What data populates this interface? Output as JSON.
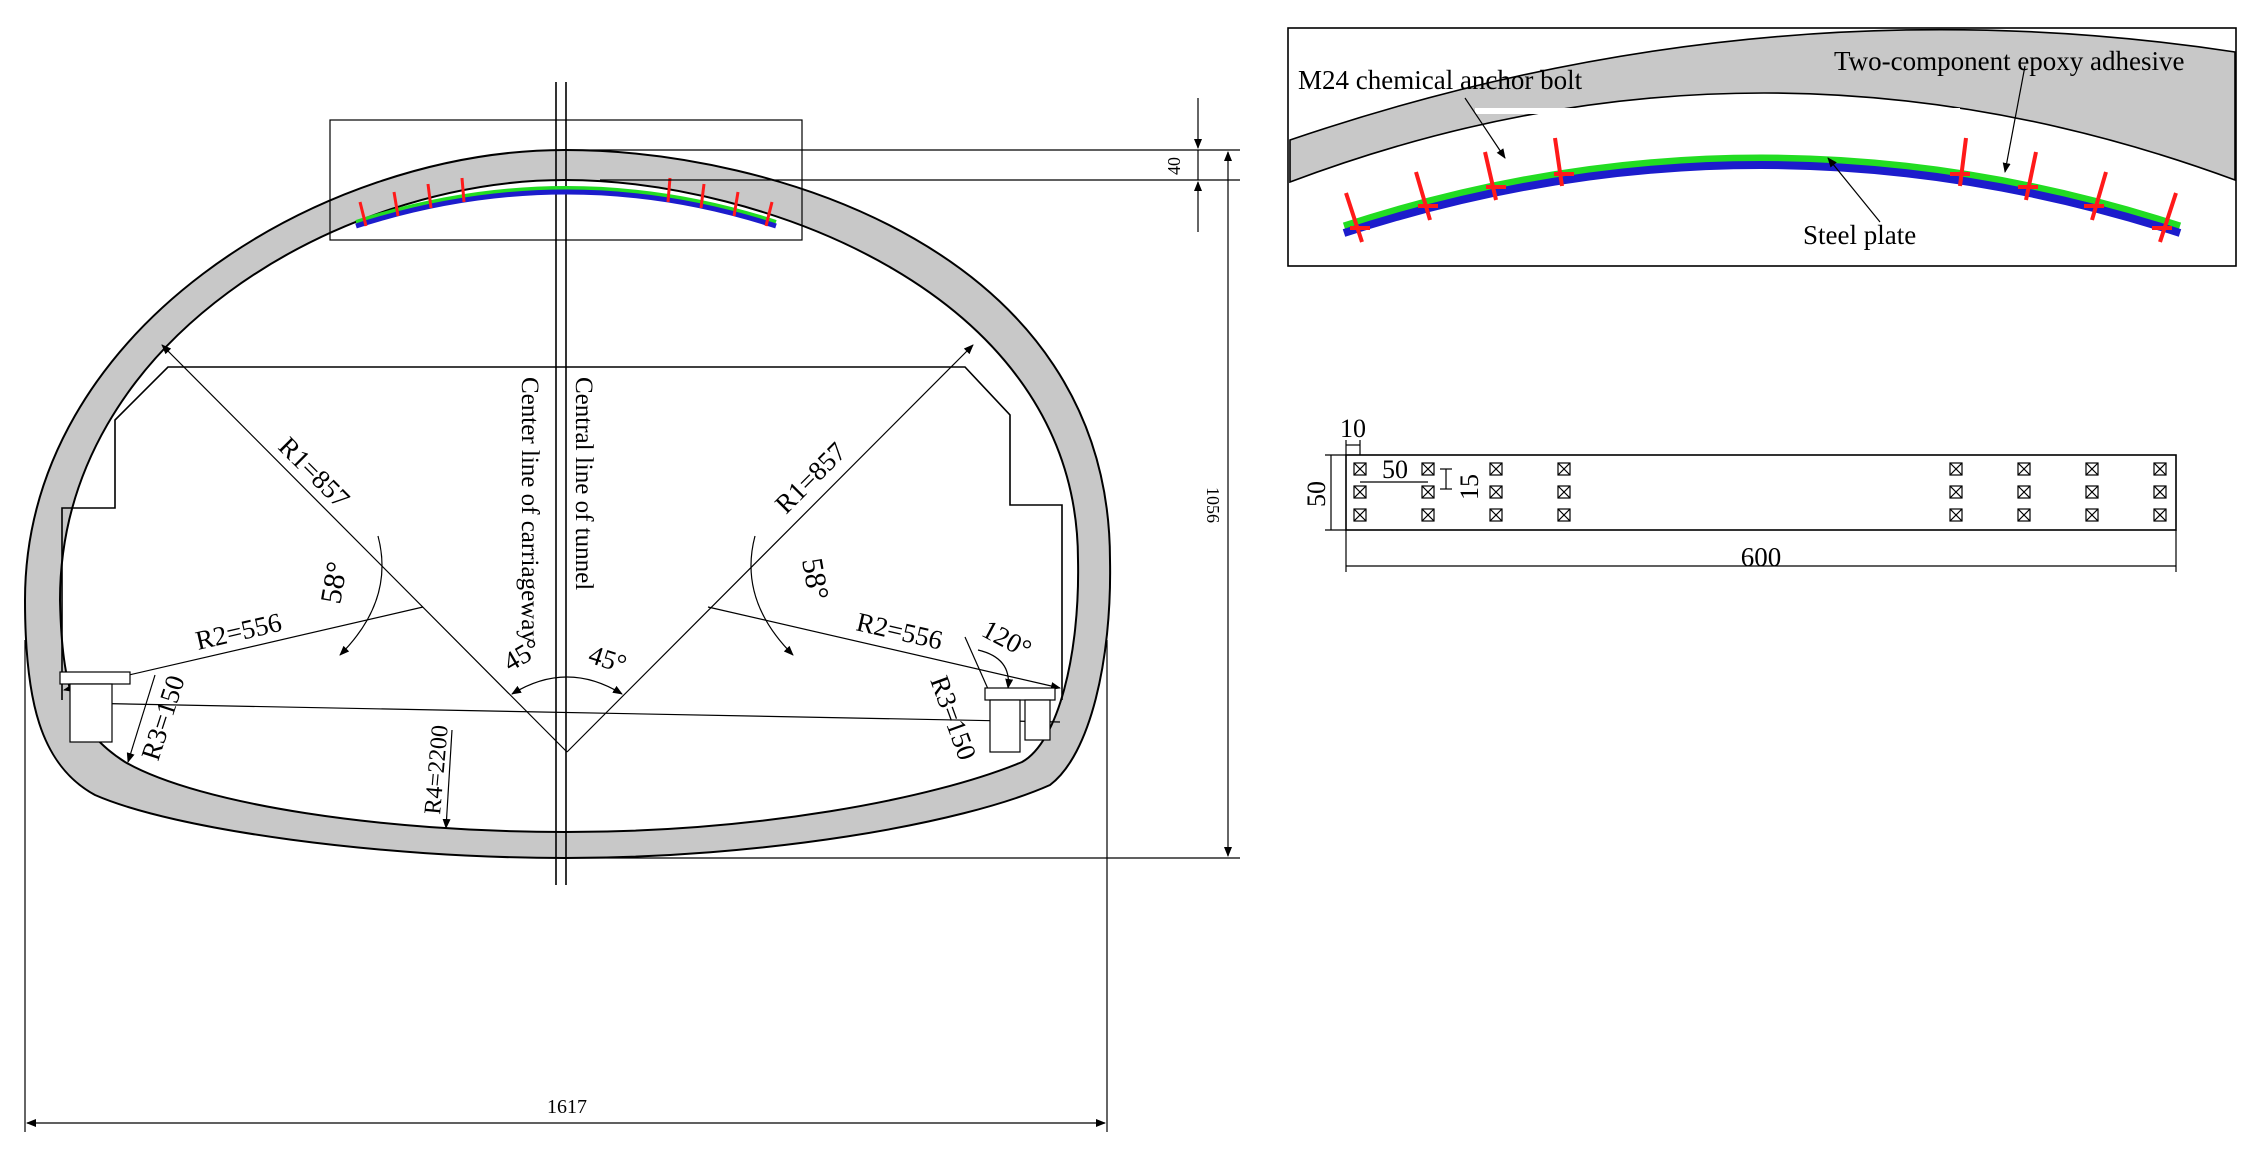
{
  "colors": {
    "lining_fill": "#c8c8c8",
    "adhesive": "#22dd22",
    "steel_plate": "#1c1ccc",
    "anchor_bolt": "#ff1a1a",
    "line": "#000000",
    "background": "#ffffff"
  },
  "section": {
    "r1_left": "R1=857",
    "r1_right": "R1=857",
    "r2_left": "R2=556",
    "r2_right": "R2=556",
    "r3_left": "R3=150",
    "r3_right": "R3=150",
    "r4": "R4=2200",
    "angle_58_left": "58°",
    "angle_58_right": "58°",
    "angle_45_left": "45°",
    "angle_45_right": "45°",
    "angle_120": "120°",
    "center_line_carriageway": "Center line of carriageway",
    "central_line_tunnel": "Central line of tunnel",
    "dim_width": "1617",
    "dim_height": "1056",
    "dim_thickness": "40"
  },
  "detail": {
    "anchor_label": "M24 chemical anchor bolt",
    "adhesive_label": "Two-component epoxy adhesive",
    "plate_label": "Steel plate"
  },
  "plate_layout": {
    "dim_10": "10",
    "dim_50_horizontal": "50",
    "dim_15": "15",
    "dim_50_vertical": "50",
    "dim_600": "600"
  }
}
